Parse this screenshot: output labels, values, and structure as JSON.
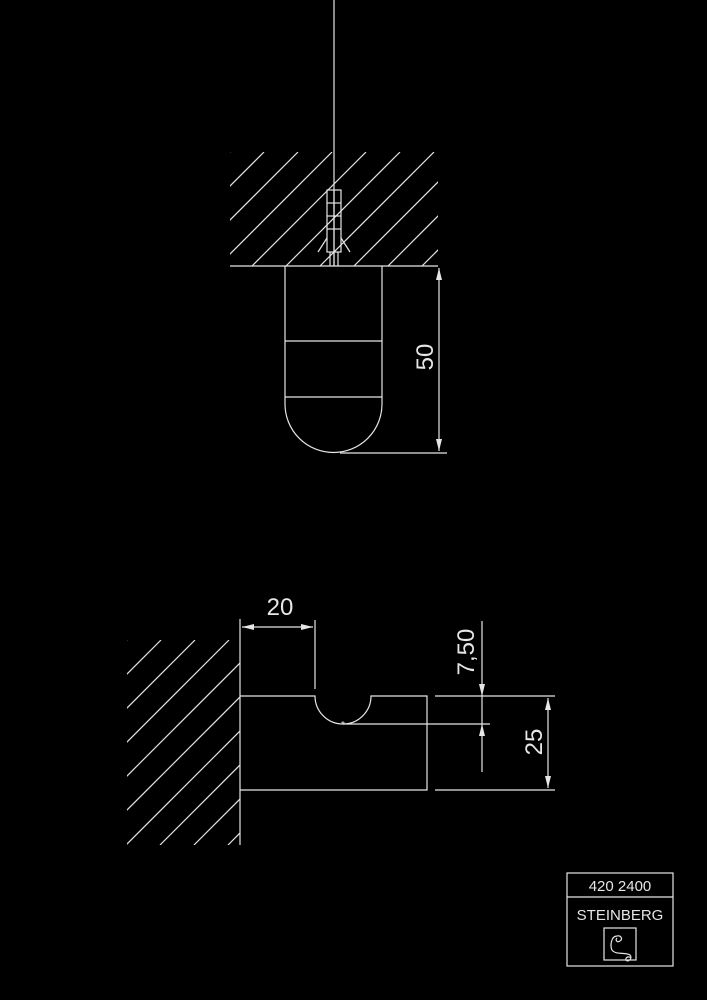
{
  "drawing": {
    "top_view": {
      "dimension_height": "50"
    },
    "side_view": {
      "dimension_width": "20",
      "dimension_notch_depth": "7,50",
      "dimension_height": "25"
    }
  },
  "title_block": {
    "product_code": "420 2400",
    "brand": "STEINBERG"
  },
  "colors": {
    "background": "#000000",
    "lines": "#e6e6e6"
  }
}
